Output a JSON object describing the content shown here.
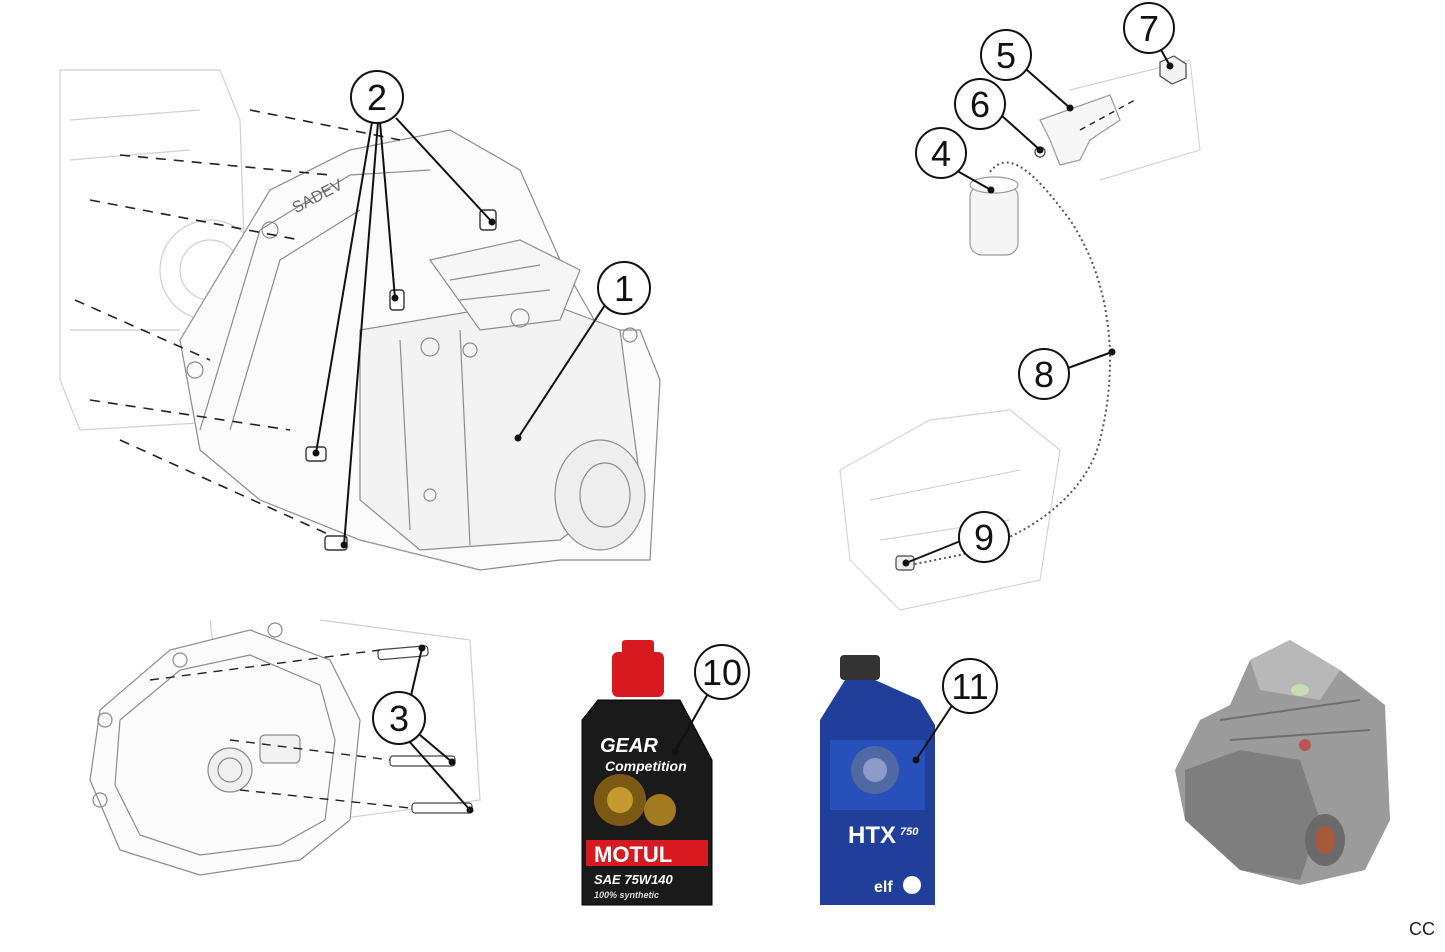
{
  "callouts": [
    {
      "id": "1",
      "label": "1"
    },
    {
      "id": "2",
      "label": "2"
    },
    {
      "id": "3",
      "label": "3"
    },
    {
      "id": "4",
      "label": "4"
    },
    {
      "id": "5",
      "label": "5"
    },
    {
      "id": "6",
      "label": "6"
    },
    {
      "id": "7",
      "label": "7"
    },
    {
      "id": "8",
      "label": "8"
    },
    {
      "id": "9",
      "label": "9"
    },
    {
      "id": "10",
      "label": "10"
    },
    {
      "id": "11",
      "label": "11"
    }
  ],
  "motul_bottle": {
    "line1": "GEAR",
    "line2": "Competition",
    "brand": "MOTUL",
    "grade": "SAE 75W140",
    "sub": "100% synthetic"
  },
  "elf_bottle": {
    "name": "HTX",
    "num": "750",
    "brand": "elf"
  },
  "corner_label": "CC",
  "colors": {
    "line": "#222222",
    "sketch": "#9a9a9a",
    "motul_red": "#d71920",
    "elf_blue": "#1f3f9a"
  }
}
